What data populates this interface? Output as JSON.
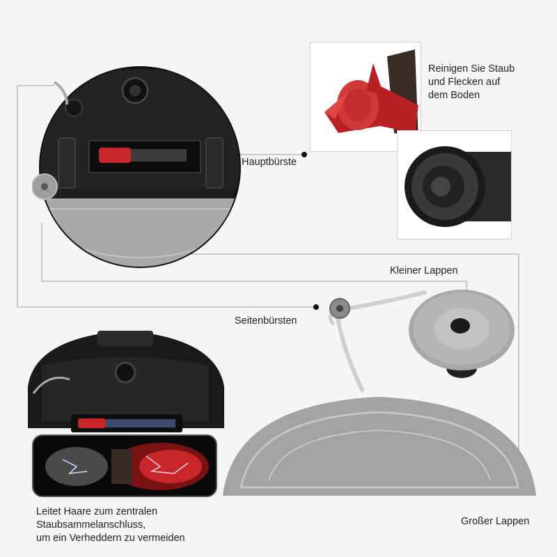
{
  "labels": {
    "main_brush_desc": [
      "Reinigen Sie Staub",
      "und Flecken auf",
      "dem Boden"
    ],
    "main_brush": "Hauptbürste",
    "small_mop": "Kleiner Lappen",
    "side_brushes": "Seitenbürsten",
    "large_mop": "Großer Lappen",
    "hair_desc": [
      "Leitet Haare zum zentralen",
      "Staubsammelanschluss,",
      "um ein Verheddern zu vermeiden"
    ]
  },
  "colors": {
    "background": "#f5f5f5",
    "robot_body": "#1c1c1c",
    "mop_grey": "#a9a9a9",
    "brush_red": "#c8262a",
    "connector": "#9a9a9a"
  }
}
